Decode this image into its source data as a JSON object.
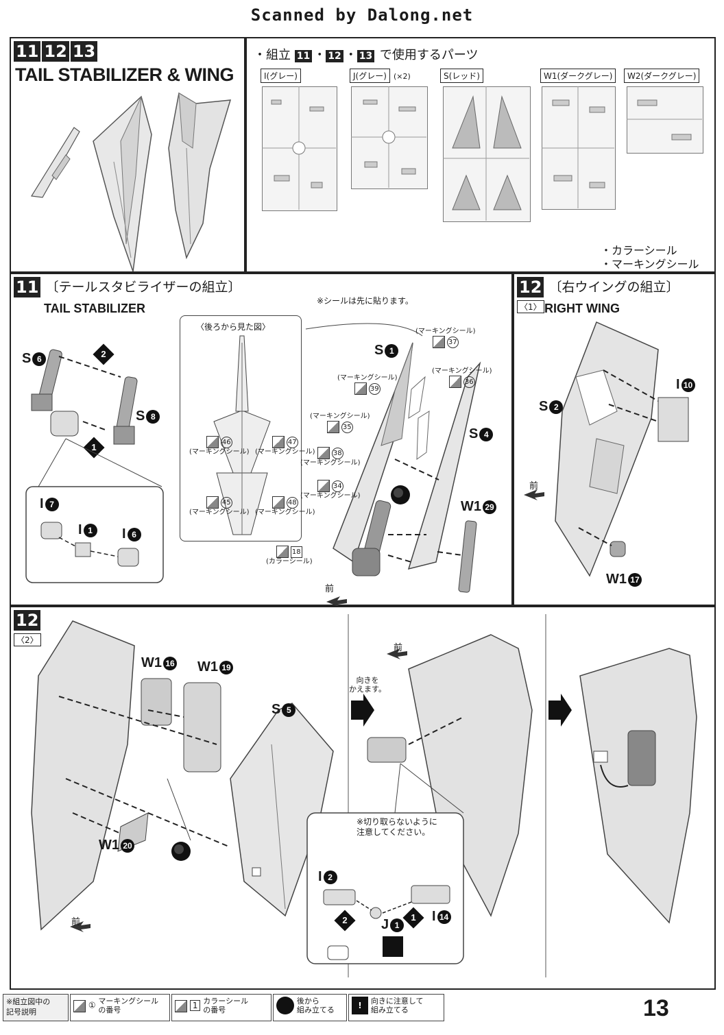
{
  "scan_credit": "Scanned by Dalong.net",
  "header": {
    "step_numbers": [
      "11",
      "12",
      "13"
    ],
    "title": "TAIL STABILIZER & WING"
  },
  "parts_box": {
    "heading_prefix": "・組立",
    "heading_steps": [
      "11",
      "12",
      "13"
    ],
    "heading_suffix": "で使用するパーツ",
    "runners": [
      {
        "letter": "I",
        "label": "I(グレー)",
        "count": ""
      },
      {
        "letter": "J",
        "label": "J(グレー)",
        "count": "(×2)"
      },
      {
        "letter": "S",
        "label": "S(レッド)",
        "count": ""
      },
      {
        "letter": "W1",
        "label": "W1(ダークグレー)",
        "count": ""
      },
      {
        "letter": "W2",
        "label": "W2(ダークグレー)",
        "count": ""
      }
    ],
    "extras": [
      "・カラーシール",
      "・マーキングシール"
    ]
  },
  "step11": {
    "number": "11",
    "title_jp": "〔テールスタビライザーの組立〕",
    "title_en": "TAIL STABILIZER",
    "note": "※シールは先に貼ります。",
    "inset_title": "〈後ろから見た図〉",
    "front_label": "前",
    "parts": [
      "S",
      "6",
      "S",
      "8",
      "I",
      "7",
      "I",
      "1",
      "I",
      "6",
      "S",
      "1",
      "S",
      "4",
      "W1",
      "29"
    ],
    "seal_marking": "(マーキングシール)",
    "seal_color": "(カラーシール)",
    "seal_numbers": [
      "37",
      "39",
      "36",
      "35",
      "38",
      "34",
      "18",
      "46",
      "47",
      "45",
      "48"
    ],
    "steps": [
      "1",
      "2"
    ]
  },
  "step12_1": {
    "number": "12",
    "sub": "〈1〉",
    "title_jp": "〔右ウイングの組立〕",
    "title_en": "RIGHT WING",
    "front_label": "前",
    "parts": [
      "S",
      "2",
      "I",
      "10",
      "W1",
      "17"
    ]
  },
  "step12_2": {
    "number": "12",
    "sub": "〈2〉",
    "front_label": "前",
    "turn_note": "向きを\nかえます。",
    "cut_note": "※切り取らないように\n注意してください。",
    "parts": [
      "W1",
      "16",
      "W1",
      "19",
      "S",
      "5",
      "W1",
      "20",
      "I",
      "2",
      "I",
      "14",
      "J",
      "1"
    ],
    "steps": [
      "1",
      "2"
    ]
  },
  "legend": {
    "title": "※組立図中の\n記号説明",
    "items": [
      {
        "sym": "①",
        "text": "マーキングシール\nの番号"
      },
      {
        "sym": "1",
        "text": "カラーシール\nの番号"
      },
      {
        "sym": "",
        "text": "後から\n組み立てる"
      },
      {
        "sym": "!",
        "text": "向きに注意して\n組み立てる"
      }
    ]
  },
  "page_number": "13"
}
